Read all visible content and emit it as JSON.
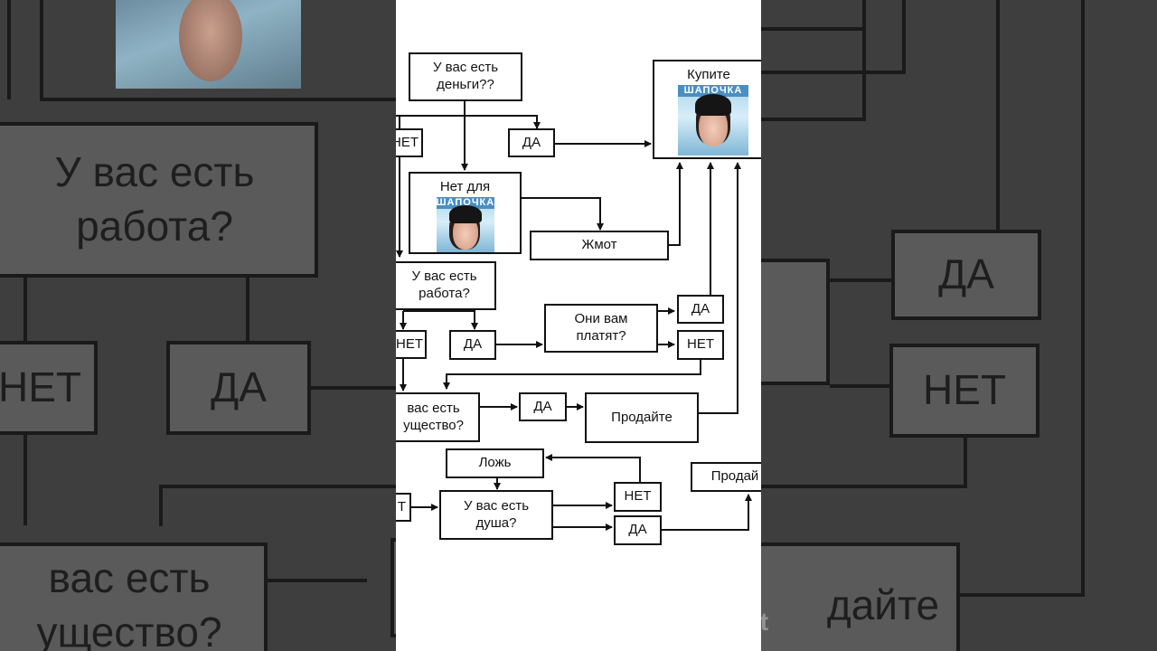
{
  "diagram": {
    "q_money": "У вас есть\nденьги??",
    "buy": "Купите",
    "cap_brand": "ШАПОЧКА",
    "no_1": "НЕТ",
    "yes_1": "ДА",
    "no_for": "Нет для",
    "stingy": "Жмот",
    "q_job": "У вас есть\nработа?",
    "yes_paid": "ДА",
    "no_paid": "НЕТ",
    "no_2": "НЕТ",
    "yes_2": "ДА",
    "q_paid": "Они вам\nплатят?",
    "q_property": "вас есть\nущество?",
    "yes_3": "ДА",
    "sell": "Продайте",
    "lie": "Ложь",
    "q_soul": "У вас есть\nдуша?",
    "no_soul": "НЕТ",
    "yes_soul": "ДА",
    "sell_soul": "Продай",
    "no_left": "Т"
  },
  "background": {
    "left_q_job": "У вас есть\nработа?",
    "left_no": "НЕТ",
    "left_yes": "ДА",
    "left_q_property": "вас есть\nущество?",
    "right_yes": "ДА",
    "right_no": "НЕТ",
    "right_sell": "дайте"
  },
  "watermark": "InShot",
  "colors": {
    "line": "#111111",
    "photo_banner": "#4a8fc4",
    "background_side": "#3e3e3e"
  }
}
